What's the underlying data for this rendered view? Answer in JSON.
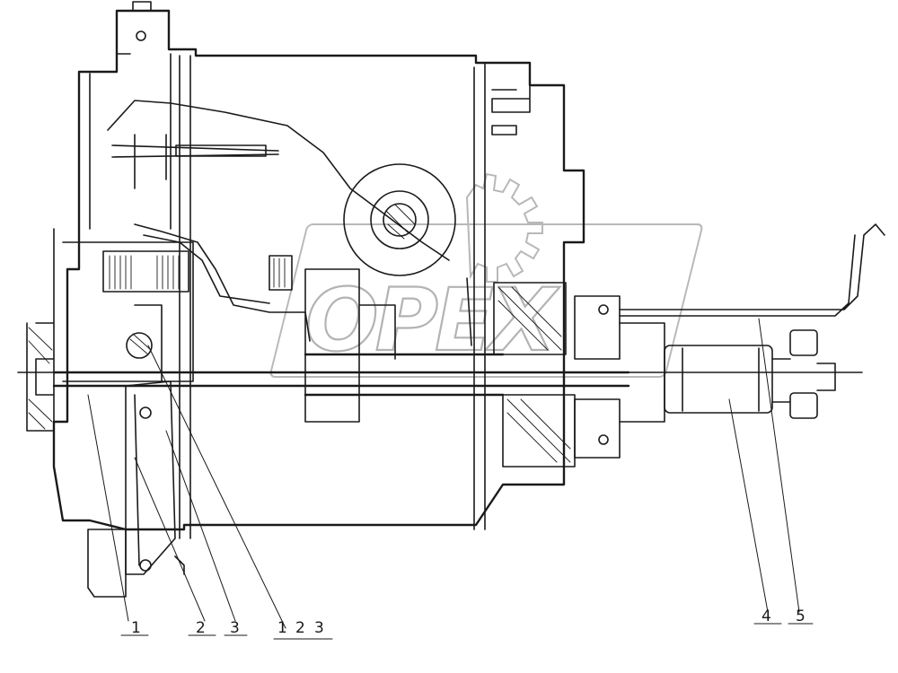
{
  "diagram": {
    "watermark": "OPEX",
    "callouts": [
      {
        "id": "c1",
        "label": "1"
      },
      {
        "id": "c2",
        "label": "2"
      },
      {
        "id": "c3",
        "label": "3"
      },
      {
        "id": "c123a",
        "label": "1"
      },
      {
        "id": "c123b",
        "label": "2"
      },
      {
        "id": "c123c",
        "label": "3"
      },
      {
        "id": "c4",
        "label": "4"
      },
      {
        "id": "c5",
        "label": "5"
      }
    ]
  }
}
